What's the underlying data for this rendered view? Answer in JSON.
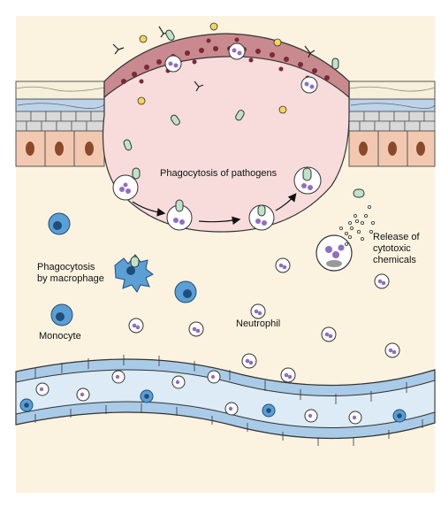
{
  "labels": {
    "phagocytosis_of_pathogens": "Phagocytosis of pathogens",
    "release_line1": "Release of",
    "release_line2": "cytotoxic",
    "release_line3": "chemicals",
    "macrophage_line1": "Phagocytosis",
    "macrophage_line2": "by macrophage",
    "monocyte": "Monocyte",
    "neutrophil": "Neutrophil"
  },
  "colors": {
    "tissue_background": "#fbf3e0",
    "inflamed_pocket": "#f8dcdc",
    "bacteria_layer": "#c98a8f",
    "bacteria_dots": "#7a2a35",
    "skin_top": "#f6efd9",
    "blue_band": "#bcd3ea",
    "grey_cells": "#d9d9d9",
    "epithelial_cells": "#f2c9b0",
    "nucleus": "#8a4a2a",
    "neutrophil_nucleus": "#8f6fc0",
    "monocyte_fill": "#5b9fd4",
    "monocyte_nucleus": "#1f4e7a",
    "pathogen_fill": "#bfe3c8",
    "vessel_wall": "#a9cbe8",
    "vessel_lumen": "#dcebf6",
    "yellow_particles": "#f5d45a"
  }
}
